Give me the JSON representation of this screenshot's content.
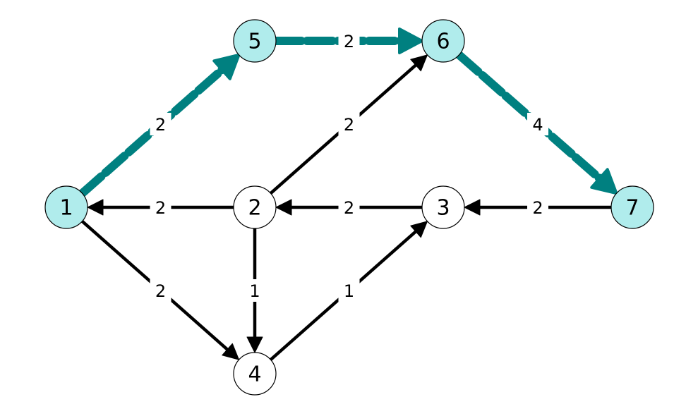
{
  "colors": {
    "highlight_node_fill": "#b0ecec",
    "plain_node_fill": "#ffffff",
    "highlight_edge": "#008080",
    "plain_edge": "#000000",
    "node_stroke": "#000000"
  },
  "nodes": [
    {
      "id": "1",
      "label": "1",
      "highlighted": true
    },
    {
      "id": "2",
      "label": "2",
      "highlighted": false
    },
    {
      "id": "3",
      "label": "3",
      "highlighted": false
    },
    {
      "id": "4",
      "label": "4",
      "highlighted": false
    },
    {
      "id": "5",
      "label": "5",
      "highlighted": true
    },
    {
      "id": "6",
      "label": "6",
      "highlighted": true
    },
    {
      "id": "7",
      "label": "7",
      "highlighted": true
    }
  ],
  "edges": [
    {
      "from": "1",
      "to": "5",
      "weight": "2",
      "highlighted": true
    },
    {
      "from": "5",
      "to": "6",
      "weight": "2",
      "highlighted": true
    },
    {
      "from": "6",
      "to": "7",
      "weight": "4",
      "highlighted": true
    },
    {
      "from": "2",
      "to": "1",
      "weight": "2",
      "highlighted": false
    },
    {
      "from": "2",
      "to": "6",
      "weight": "2",
      "highlighted": false
    },
    {
      "from": "3",
      "to": "2",
      "weight": "2",
      "highlighted": false
    },
    {
      "from": "7",
      "to": "3",
      "weight": "2",
      "highlighted": false
    },
    {
      "from": "1",
      "to": "4",
      "weight": "2",
      "highlighted": false
    },
    {
      "from": "2",
      "to": "4",
      "weight": "1",
      "highlighted": false
    },
    {
      "from": "4",
      "to": "3",
      "weight": "1",
      "highlighted": false
    }
  ]
}
